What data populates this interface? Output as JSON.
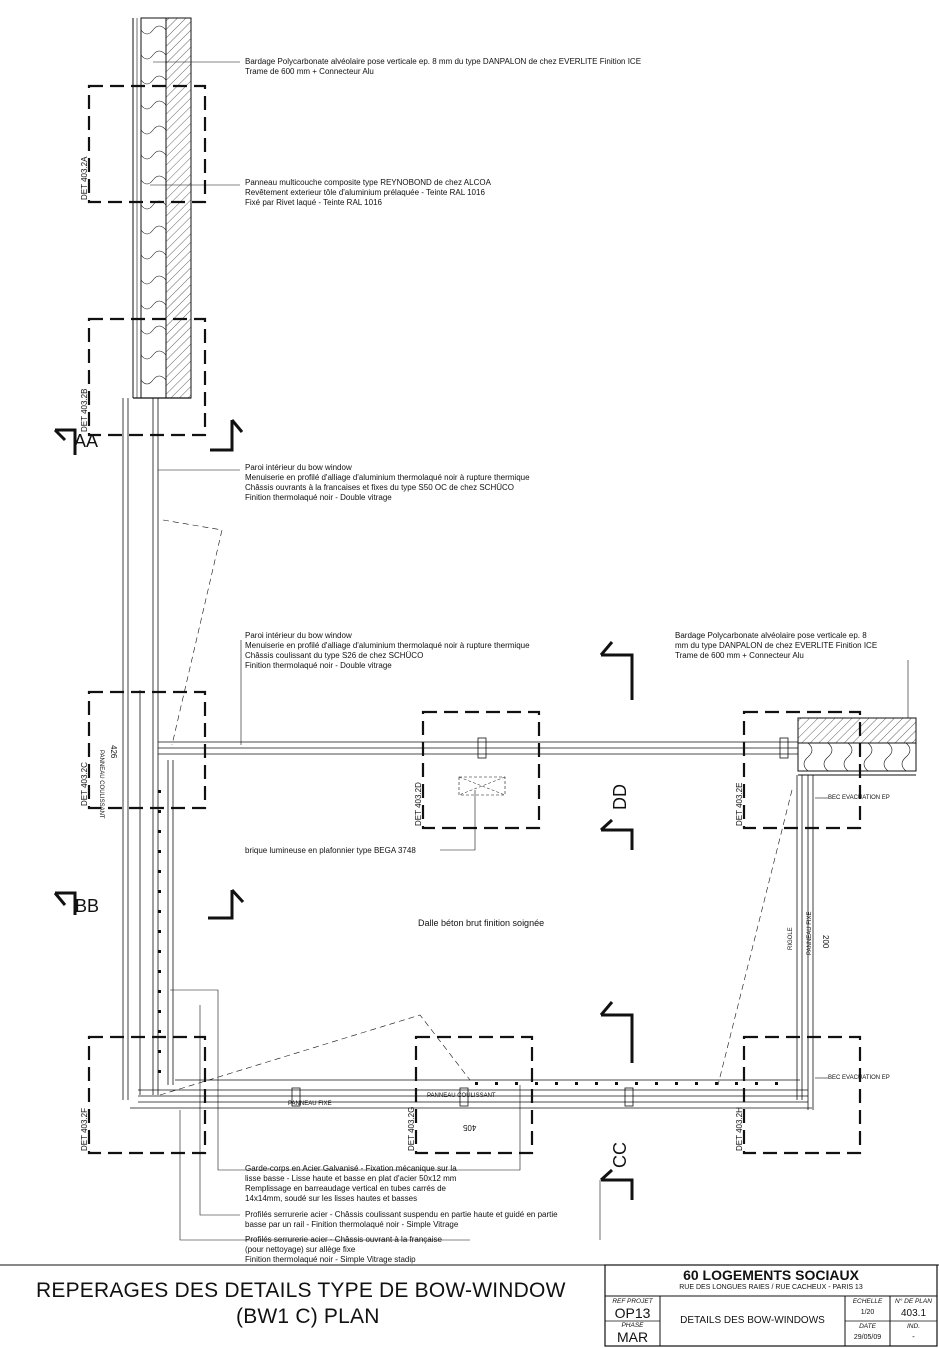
{
  "notes": {
    "bardage_top": [
      "Bardage Polycarbonate alvéolaire pose verticale ep. 8 mm du type DANPALON de chez EVERLITE Finition ICE",
      "Trame de 600 mm + Connecteur Alu"
    ],
    "panneau": [
      "Panneau multicouche composite type REYNOBOND de chez ALCOA",
      "Revêtement exterieur tôle d'aluminium prélaquée - Teinte RAL 1016",
      "Fixé par Rivet laqué - Teinte RAL 1016"
    ],
    "paroi_1": [
      "Paroi intérieur du bow window",
      "Menuiserie en profilé d'alliage d'aluminium thermolaqué noir à rupture thermique",
      "Châssis ouvrants à la francaises et fixes du type S50 OC de chez SCHÜCO",
      "Finition thermolaqué noir - Double vitrage"
    ],
    "paroi_2": [
      "Paroi intérieur du bow window",
      "Menuiserie en profilé d'alliage d'aluminium thermolaqué noir à rupture thermique",
      "Châssis coulissant du type S26 de chez SCHÜCO",
      "Finition thermolaqué noir - Double vitrage"
    ],
    "bardage_right": [
      "Bardage Polycarbonate alvéolaire pose verticale ep. 8",
      "mm du type DANPALON de chez EVERLITE Finition ICE",
      "Trame de 600 mm + Connecteur Alu"
    ],
    "brique": "brique lumineuse en plafonnier type BEGA 3748",
    "dalle": "Dalle béton brut finition soignée",
    "garde_corps": [
      "Garde-corps en Acier Galvanisé - Fixation mécanique sur  la",
      "lisse basse - Lisse haute et basse en plat d'acier 50x12 mm",
      "Remplissage en barreaudage vertical en tubes carrés de",
      "14x14mm, soudé sur les lisses hautes et basses"
    ],
    "profiles_1": [
      "Profilés serrurerie acier - Châssis coulissant suspendu en partie haute  et guidé en partie",
      "basse par un rail - Finition thermolaqué noir - Simple Vitrage"
    ],
    "profiles_2": [
      "Profilés serrurerie acier - Châssis ouvrant à la française",
      "(pour nettoyage) sur allège fixe",
      "Finition thermolaqué noir - Simple Vitrage stadip"
    ]
  },
  "small_labels": {
    "panneau_coulissant_v": "PANNEAU COULISSANT",
    "panneau_fixe_v": "PANNEAU FIXE",
    "rigole": "RIGOLE",
    "panneau_fixe_h": "PANNEAU FIXE",
    "panneau_coulissant_h": "PANNEAU COULISSANT",
    "bec_1": "BEC EVACUATION EP",
    "bec_2": "BEC EVACUATION EP",
    "dim_426": "426",
    "dim_200": "200",
    "dim_405": "405"
  },
  "section_marks": {
    "aa": "AA",
    "bb": "BB",
    "cc": "CC",
    "dd": "DD"
  },
  "details": {
    "a": "DET 403.2A",
    "b": "DET 403.2B",
    "c": "DET 403.2C",
    "d": "DET 403.2D",
    "e": "DET 403.2E",
    "f": "DET 403.2F",
    "g": "DET 403.2G",
    "h": "DET 403.2H"
  },
  "title": {
    "line1": "REPERAGES DES DETAILS TYPE DE BOW-WINDOW",
    "line2": "(BW1 C) PLAN"
  },
  "cartouche": {
    "project": "60 LOGEMENTS SOCIAUX",
    "address": "RUE DES LONGUES RAIES / RUE CACHEUX - PARIS 13",
    "ref_label": "REF PROJET",
    "ref_value": "OP13",
    "phase_label": "PHASE",
    "phase_value": "MAR",
    "sheet_title": "DETAILS DES BOW-WINDOWS",
    "echelle_label": "ECHELLE",
    "echelle_value": "1/20",
    "date_label": "DATE",
    "date_value": "29/05/09",
    "plan_label": "N° DE PLAN",
    "plan_value": "403.1",
    "ind_label": "IND.",
    "ind_value": "-"
  }
}
